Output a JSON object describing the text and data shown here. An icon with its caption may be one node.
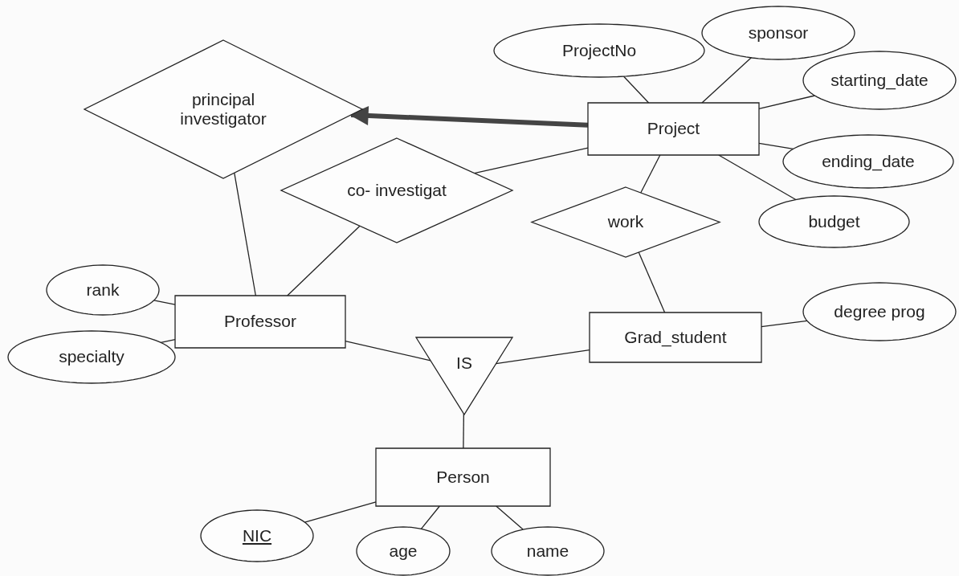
{
  "diagram": {
    "nodes": [
      {
        "text": [
          "principal investigator"
        ]
      },
      {
        "text": [
          "ProjectNo"
        ]
      },
      {
        "text": [
          "sponsor"
        ]
      },
      {
        "text": [
          "Project"
        ]
      },
      {
        "text": [
          "starting_date"
        ]
      },
      {
        "text": [
          "ending_date"
        ]
      },
      {
        "text": [
          "budget"
        ]
      },
      {
        "text": [
          "co- investigat"
        ]
      },
      {
        "text": [
          "work"
        ]
      },
      {
        "text": [
          "rank"
        ]
      },
      {
        "text": [
          "Professor"
        ]
      },
      {
        "text": [
          "Grad_student"
        ]
      },
      {
        "text": [
          "degree prog"
        ]
      },
      {
        "text": [
          "specialty"
        ]
      },
      {
        "text": [
          "IS"
        ]
      },
      {
        "text": [
          "Person"
        ]
      },
      {
        "text": [
          "NIC"
        ]
      },
      {
        "text": [
          "age"
        ]
      },
      {
        "text": [
          "name"
        ]
      }
    ],
    "edges": [
      {
        "from": 3,
        "to": 0,
        "arrow": "to",
        "style": "thick",
        "color": "#444444"
      },
      {
        "from": 1,
        "to": 3,
        "arrow": "none"
      },
      {
        "from": 2,
        "to": 3,
        "arrow": "none"
      },
      {
        "from": 4,
        "to": 3,
        "arrow": "none"
      },
      {
        "from": 5,
        "to": 3,
        "arrow": "none"
      },
      {
        "from": 6,
        "to": 3,
        "arrow": "none"
      },
      {
        "from": 7,
        "to": 3,
        "arrow": "none"
      },
      {
        "from": 3,
        "to": 8,
        "arrow": "none"
      },
      {
        "from": 0,
        "to": 10,
        "arrow": "none"
      },
      {
        "from": 7,
        "to": 10,
        "arrow": "none"
      },
      {
        "from": 8,
        "to": 11,
        "arrow": "none"
      },
      {
        "from": 11,
        "to": 12,
        "arrow": "none"
      },
      {
        "from": 9,
        "to": 10,
        "arrow": "none"
      },
      {
        "from": 13,
        "to": 10,
        "arrow": "none"
      },
      {
        "from": 10,
        "to": 14,
        "arrow": "none"
      },
      {
        "from": 11,
        "to": 14,
        "arrow": "none"
      },
      {
        "from": 14,
        "to": 15,
        "arrow": "none"
      },
      {
        "from": 16,
        "to": 15,
        "arrow": "none"
      },
      {
        "from": 17,
        "to": 15,
        "arrow": "none"
      },
      {
        "from": 18,
        "to": 15,
        "arrow": "none"
      }
    ]
  }
}
